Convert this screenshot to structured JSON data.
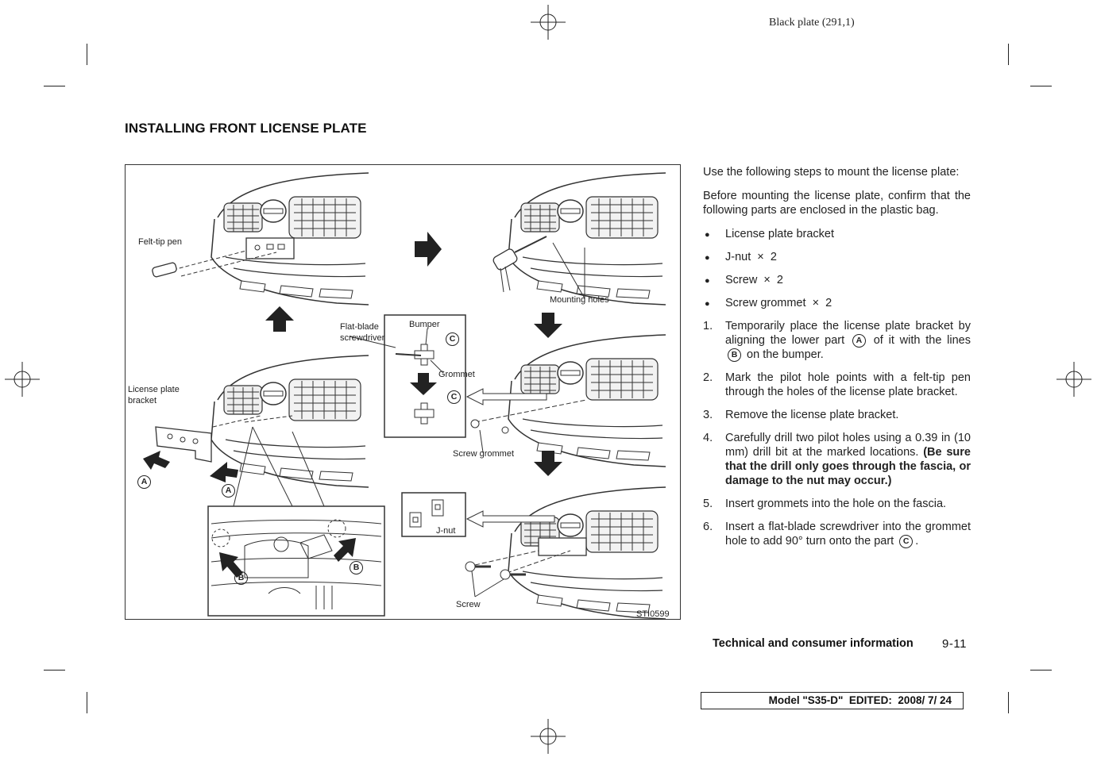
{
  "plate_mark": "Black plate (291,1)",
  "heading": "INSTALLING FRONT LICENSE PLATE",
  "figure": {
    "labels": {
      "felt_tip_pen": "Felt-tip pen",
      "mounting_holes": "Mounting holes",
      "flat_blade_1": "Flat-blade",
      "flat_blade_2": "screwdriver",
      "bumper": "Bumper",
      "grommet": "Grommet",
      "license_bracket_1": "License plate",
      "license_bracket_2": "bracket",
      "screw_grommet": "Screw grommet",
      "j_nut": "J-nut",
      "screw": "Screw",
      "figure_id": "STI0599"
    },
    "callouts": {
      "a": "A",
      "b": "B",
      "c": "C"
    }
  },
  "text": {
    "intro": "Use the following steps to mount the license plate:",
    "before": "Before mounting the license plate, confirm that the following parts are enclosed in the plastic bag.",
    "bullet_char": "●",
    "bullets": [
      "License plate bracket",
      "J-nut  ×  2",
      "Screw  ×  2",
      "Screw grommet  ×  2"
    ],
    "steps": {
      "n1": "1.",
      "s1a": "Temporarily place the license plate bracket by aligning the lower part",
      "s1b": "of it with the lines",
      "s1c": "on the bumper.",
      "n2": "2.",
      "s2": "Mark the pilot hole points with a felt-tip pen through the holes of the license plate bracket.",
      "n3": "3.",
      "s3": "Remove the license plate bracket.",
      "n4": "4.",
      "s4": "Carefully drill two pilot holes using a 0.39 in (10 mm) drill bit at the marked locations.",
      "s4_bold": "(Be sure that the drill only goes through the fascia, or damage to the nut may occur.)",
      "n5": "5.",
      "s5": "Insert grommets into the hole on the fascia.",
      "n6": "6.",
      "s6a": "Insert a flat-blade screwdriver into the grommet hole to add 90° turn onto the part",
      "s6b": "."
    }
  },
  "footer": {
    "section": "Technical and consumer information",
    "page": "9-11",
    "model": "Model \"S35-D\"  EDITED:  2008/ 7/ 24"
  }
}
